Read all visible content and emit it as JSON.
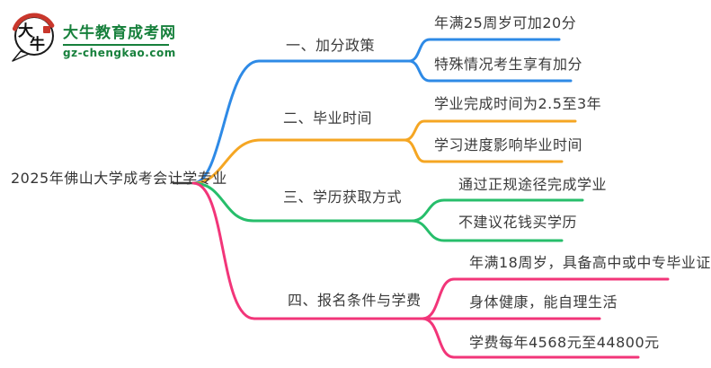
{
  "logo": {
    "brand_name": "大牛教育成考网",
    "brand_url": "gz-chengkao.com",
    "bubble_char_top": "大",
    "bubble_char_bottom": "牛",
    "brand_color": "#17803C",
    "seal_color": "#C9372C"
  },
  "mindmap": {
    "root": {
      "label": "2025年佛山大学成考会计学专业"
    },
    "branches": [
      {
        "label": "一、加分政策",
        "color": "#2E8AE6",
        "children": [
          {
            "label": "年满25周岁可加20分"
          },
          {
            "label": "特殊情况考生享有加分"
          }
        ]
      },
      {
        "label": "二、毕业时间",
        "color": "#F5A623",
        "children": [
          {
            "label": "学业完成时间为2.5至3年"
          },
          {
            "label": "学习进度影响毕业时间"
          }
        ]
      },
      {
        "label": "三、学历获取方式",
        "color": "#27BE6B",
        "children": [
          {
            "label": "通过正规途径完成学业"
          },
          {
            "label": "不建议花钱买学历"
          }
        ]
      },
      {
        "label": "四、报名条件与学费",
        "color": "#F23579",
        "children": [
          {
            "label": "年满18周岁，具备高中或中专毕业证"
          },
          {
            "label": "身体健康，能自理生活"
          },
          {
            "label": "学费每年4568元至44800元"
          }
        ]
      }
    ]
  }
}
